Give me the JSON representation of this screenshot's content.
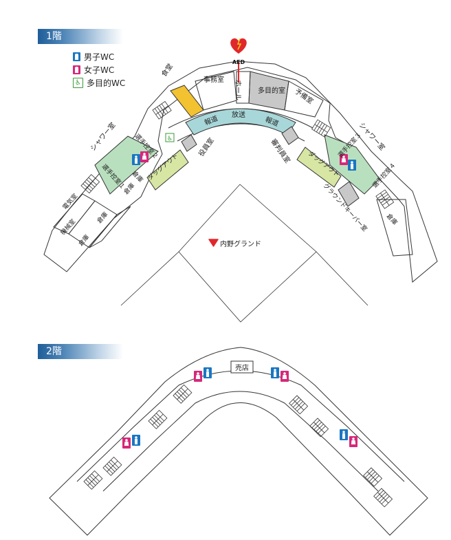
{
  "floor1": {
    "title": "1階",
    "legend": {
      "male_wc": "男子WC",
      "female_wc": "女子WC",
      "accessible_wc": "多目的WC"
    },
    "aed_label": "AED",
    "rooms": {
      "shokudo": "食堂",
      "jimushitsu": "事務室",
      "hall": "ホール",
      "tamokuteki": "多目的室",
      "yobishitsu": "予備室",
      "hodo_left": "報道",
      "hoso": "放送",
      "hodo_right": "報道",
      "yakuin": "役員室",
      "shinpan": "審判員室",
      "shower_left": "シャワー室",
      "shower_right": "シャワー室",
      "senshu1": "選手控室１",
      "senshu2": "選手控室２",
      "senshu3": "選手控室３",
      "senshu4": "選手控室４",
      "dugout_left": "ダッグアウト",
      "dugout_right": "ダッグアウト",
      "soko_a": "倉庫",
      "soko_b": "倉庫",
      "soko_c": "倉庫",
      "soko_d": "倉庫",
      "soko_right": "倉庫",
      "denki": "電気室",
      "kikai": "機械室",
      "groundkeeper": "グラウンドキーパー室"
    },
    "ground_label": "内野グランド"
  },
  "floor2": {
    "title": "2階",
    "baiten": "売店"
  },
  "colors": {
    "male": "#1977c2",
    "female": "#d6287a",
    "accessible": "#3a9a3a",
    "corridor": "#a8d7d9",
    "locker": "#b9e0be",
    "dugout": "#d7e6a3",
    "dining": "#f2c230",
    "gray_room": "#c8c8c8",
    "aed": "#e0282c"
  }
}
